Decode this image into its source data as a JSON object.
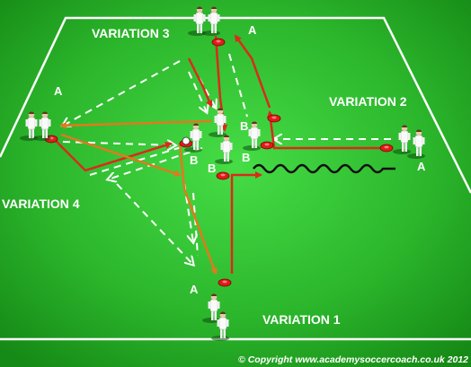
{
  "colors": {
    "grass_light": "#3fd33f",
    "grass_dark": "#168a16",
    "lines": "#ffffff",
    "run_arrow": "#d92b1a",
    "pass_arrow": "#e07a1e",
    "cone": "#e01b1b",
    "dribble": "#111111"
  },
  "labels": {
    "variation_1": "VARIATION 1",
    "variation_2": "VARIATION 2",
    "variation_3": "VARIATION 3",
    "variation_4": "VARIATION 4",
    "player_a": "A",
    "player_b": "B",
    "copyright": "© Copyright www.academysoccercoach.co.uk 2012"
  },
  "icons": [
    "player-figure-icon",
    "cone-icon",
    "ball-icon"
  ]
}
